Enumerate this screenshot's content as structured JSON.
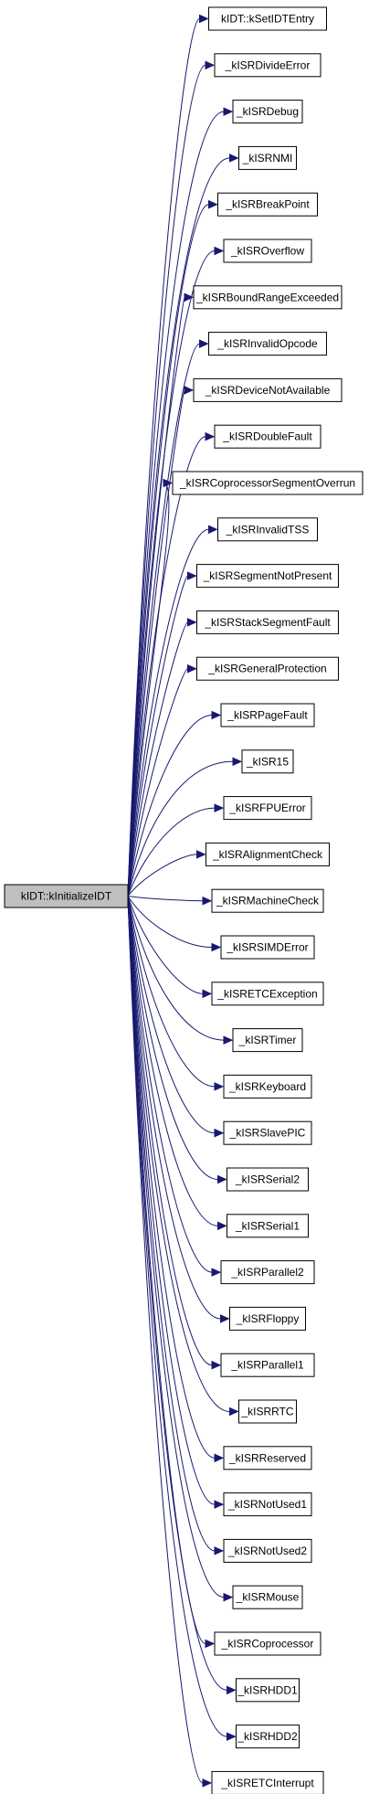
{
  "root": {
    "label": "kIDT::kInitializeIDT",
    "fill": "#bfbfbf"
  },
  "edge_color": "#191970",
  "callees": [
    {
      "label": "kIDT::kSetIDTEntry"
    },
    {
      "label": "_kISRDivideError"
    },
    {
      "label": "_kISRDebug"
    },
    {
      "label": "_kISRNMI"
    },
    {
      "label": "_kISRBreakPoint"
    },
    {
      "label": "_kISROverflow"
    },
    {
      "label": "_kISRBoundRangeExceeded"
    },
    {
      "label": "_kISRInvalidOpcode"
    },
    {
      "label": "_kISRDeviceNotAvailable"
    },
    {
      "label": "_kISRDoubleFault"
    },
    {
      "label": "_kISRCoprocessorSegmentOverrun"
    },
    {
      "label": "_kISRInvalidTSS"
    },
    {
      "label": "_kISRSegmentNotPresent"
    },
    {
      "label": "_kISRStackSegmentFault"
    },
    {
      "label": "_kISRGeneralProtection"
    },
    {
      "label": "_kISRPageFault"
    },
    {
      "label": "_kISR15"
    },
    {
      "label": "_kISRFPUError"
    },
    {
      "label": "_kISRAlignmentCheck"
    },
    {
      "label": "_kISRMachineCheck"
    },
    {
      "label": "_kISRSIMDError"
    },
    {
      "label": "_kISRETCException"
    },
    {
      "label": "_kISRTimer"
    },
    {
      "label": "_kISRKeyboard"
    },
    {
      "label": "_kISRSlavePIC"
    },
    {
      "label": "_kISRSerial2"
    },
    {
      "label": "_kISRSerial1"
    },
    {
      "label": "_kISRParallel2"
    },
    {
      "label": "_kISRFloppy"
    },
    {
      "label": "_kISRParallel1"
    },
    {
      "label": "_kISRRTC"
    },
    {
      "label": "_kISRReserved"
    },
    {
      "label": "_kISRNotUsed1"
    },
    {
      "label": "_kISRNotUsed2"
    },
    {
      "label": "_kISRMouse"
    },
    {
      "label": "_kISRCoprocessor"
    },
    {
      "label": "_kISRHDD1"
    },
    {
      "label": "_kISRHDD2"
    },
    {
      "label": "_kISRETCInterrupt"
    }
  ]
}
